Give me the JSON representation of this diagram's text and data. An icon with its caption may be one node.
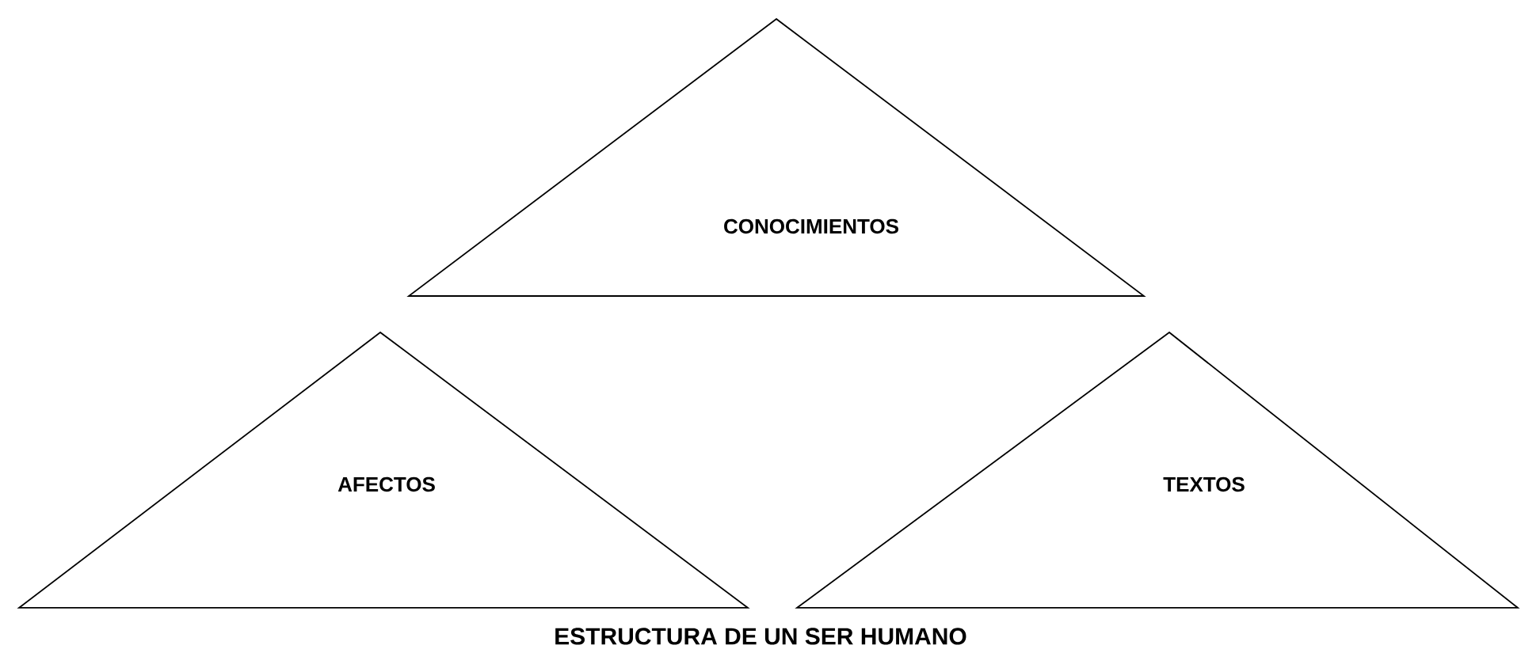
{
  "diagram": {
    "caption": "ESTRUCTURA DE UN SER HUMANO",
    "nodes": [
      {
        "text": [
          "CONOCIMIENTOS"
        ]
      },
      {
        "text": [
          "AFECTOS"
        ]
      },
      {
        "text": [
          "TEXTOS"
        ]
      }
    ]
  }
}
